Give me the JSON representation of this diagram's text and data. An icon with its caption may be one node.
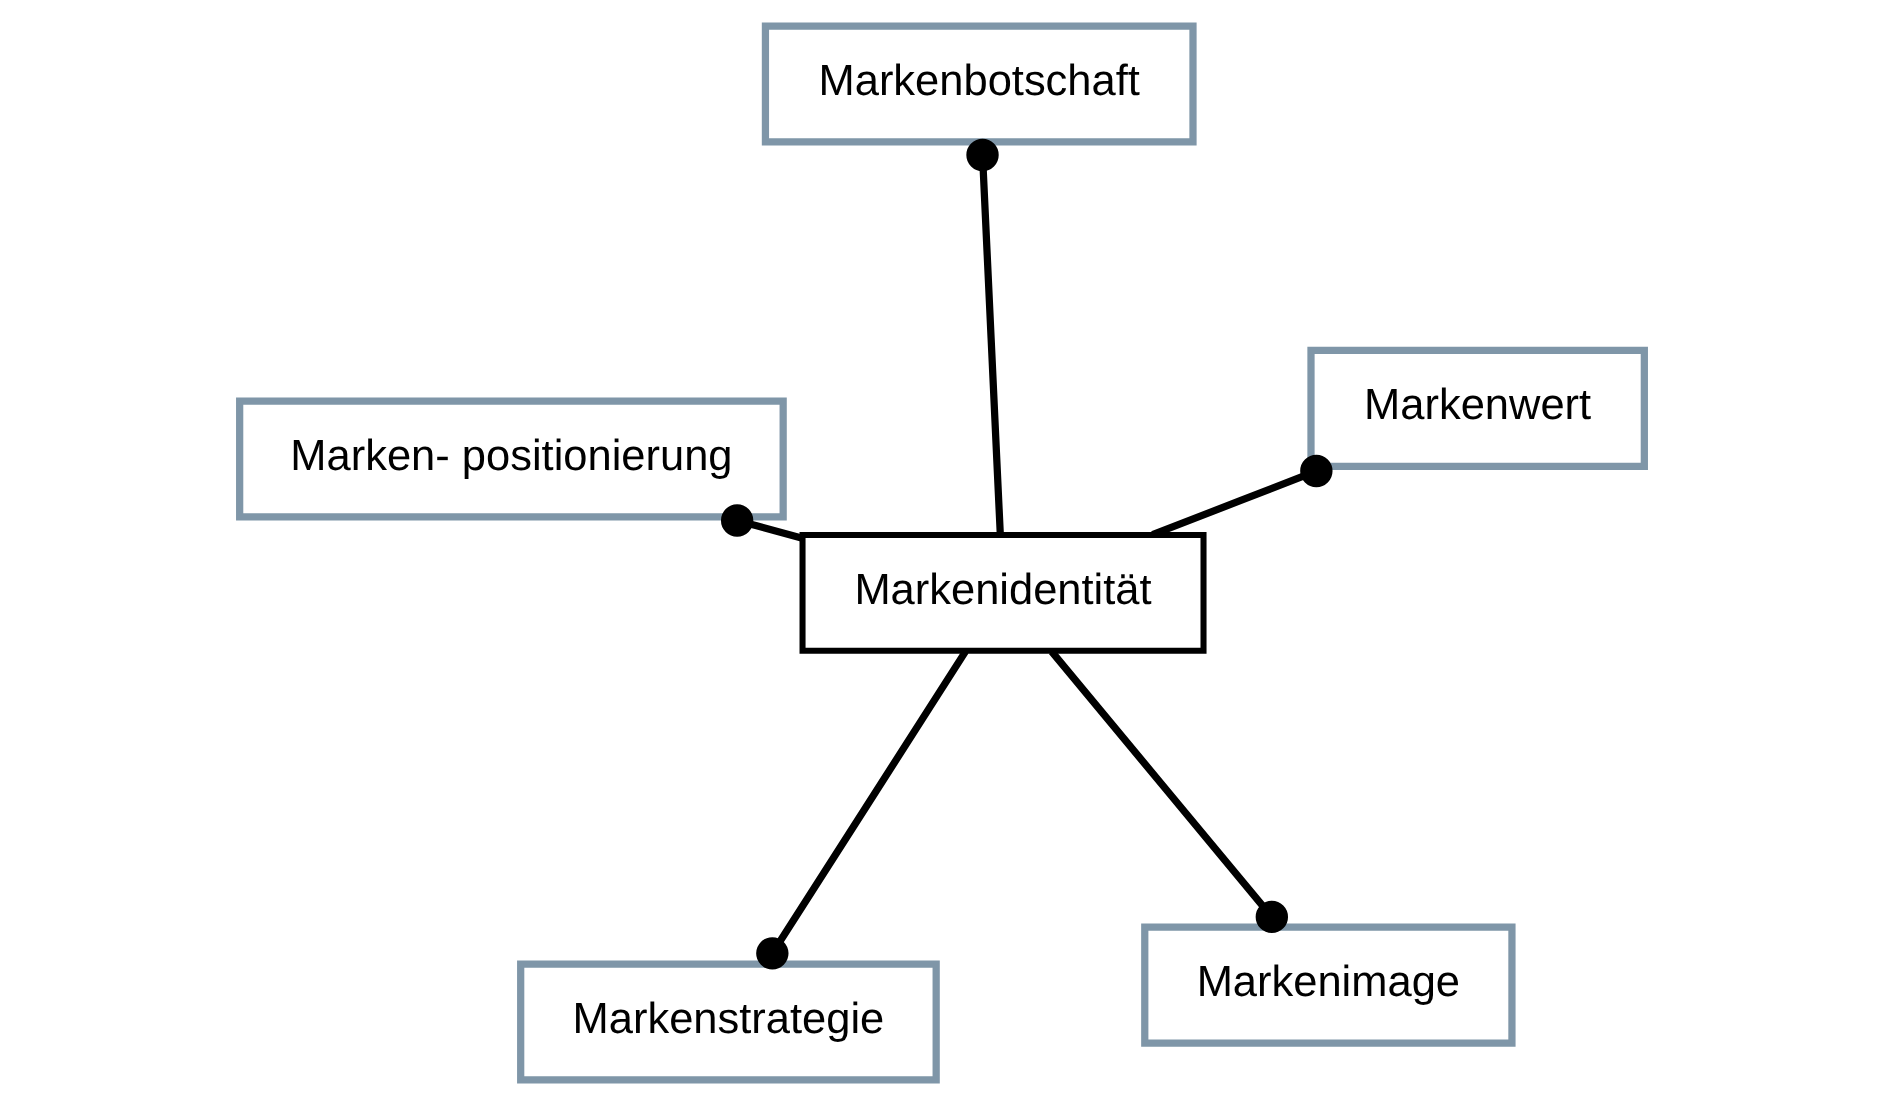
{
  "diagram": {
    "nodes": [
      {
        "text": [
          "Markenidentität"
        ]
      },
      {
        "text": [
          "Markenimage"
        ]
      },
      {
        "text": [
          "Markenstrategie"
        ]
      },
      {
        "text": [
          "Marken- positionierung"
        ]
      },
      {
        "text": [
          "Markenwert"
        ]
      },
      {
        "text": [
          "Markenbotschaft"
        ]
      }
    ],
    "edges": [
      {
        "from": 0,
        "to": 1,
        "arrow": "other"
      },
      {
        "from": 0,
        "to": 2,
        "arrow": "other"
      },
      {
        "from": 0,
        "to": 3,
        "arrow": "other"
      },
      {
        "from": 0,
        "to": 4,
        "arrow": "other"
      },
      {
        "from": 0,
        "to": 5,
        "arrow": "other"
      }
    ]
  }
}
